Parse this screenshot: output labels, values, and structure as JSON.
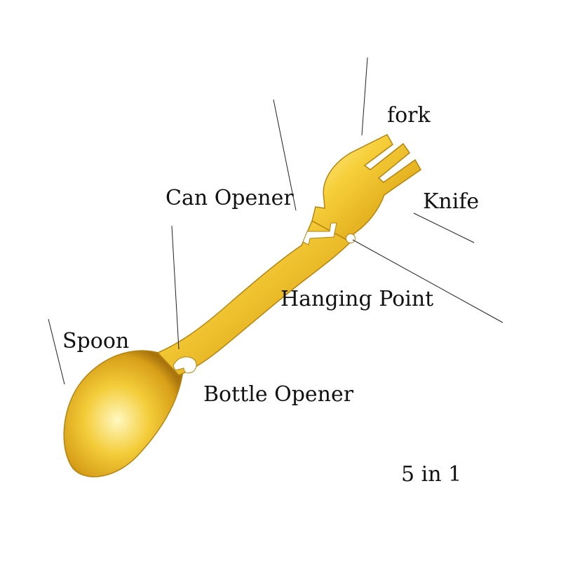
{
  "labels": {
    "fork": "fork",
    "knife": "Knife",
    "can_opener": "Can Opener",
    "hanging_point": "Hanging Point",
    "spoon": "Spoon",
    "bottle_opener": "Bottle Opener",
    "caption": "5 in 1"
  },
  "colors": {
    "background": "#ffffff",
    "text": "#111111",
    "leader_lines": "#222222",
    "gold_light": "#fff6a8",
    "gold_mid": "#f3c62e",
    "gold_dark": "#b98210"
  }
}
